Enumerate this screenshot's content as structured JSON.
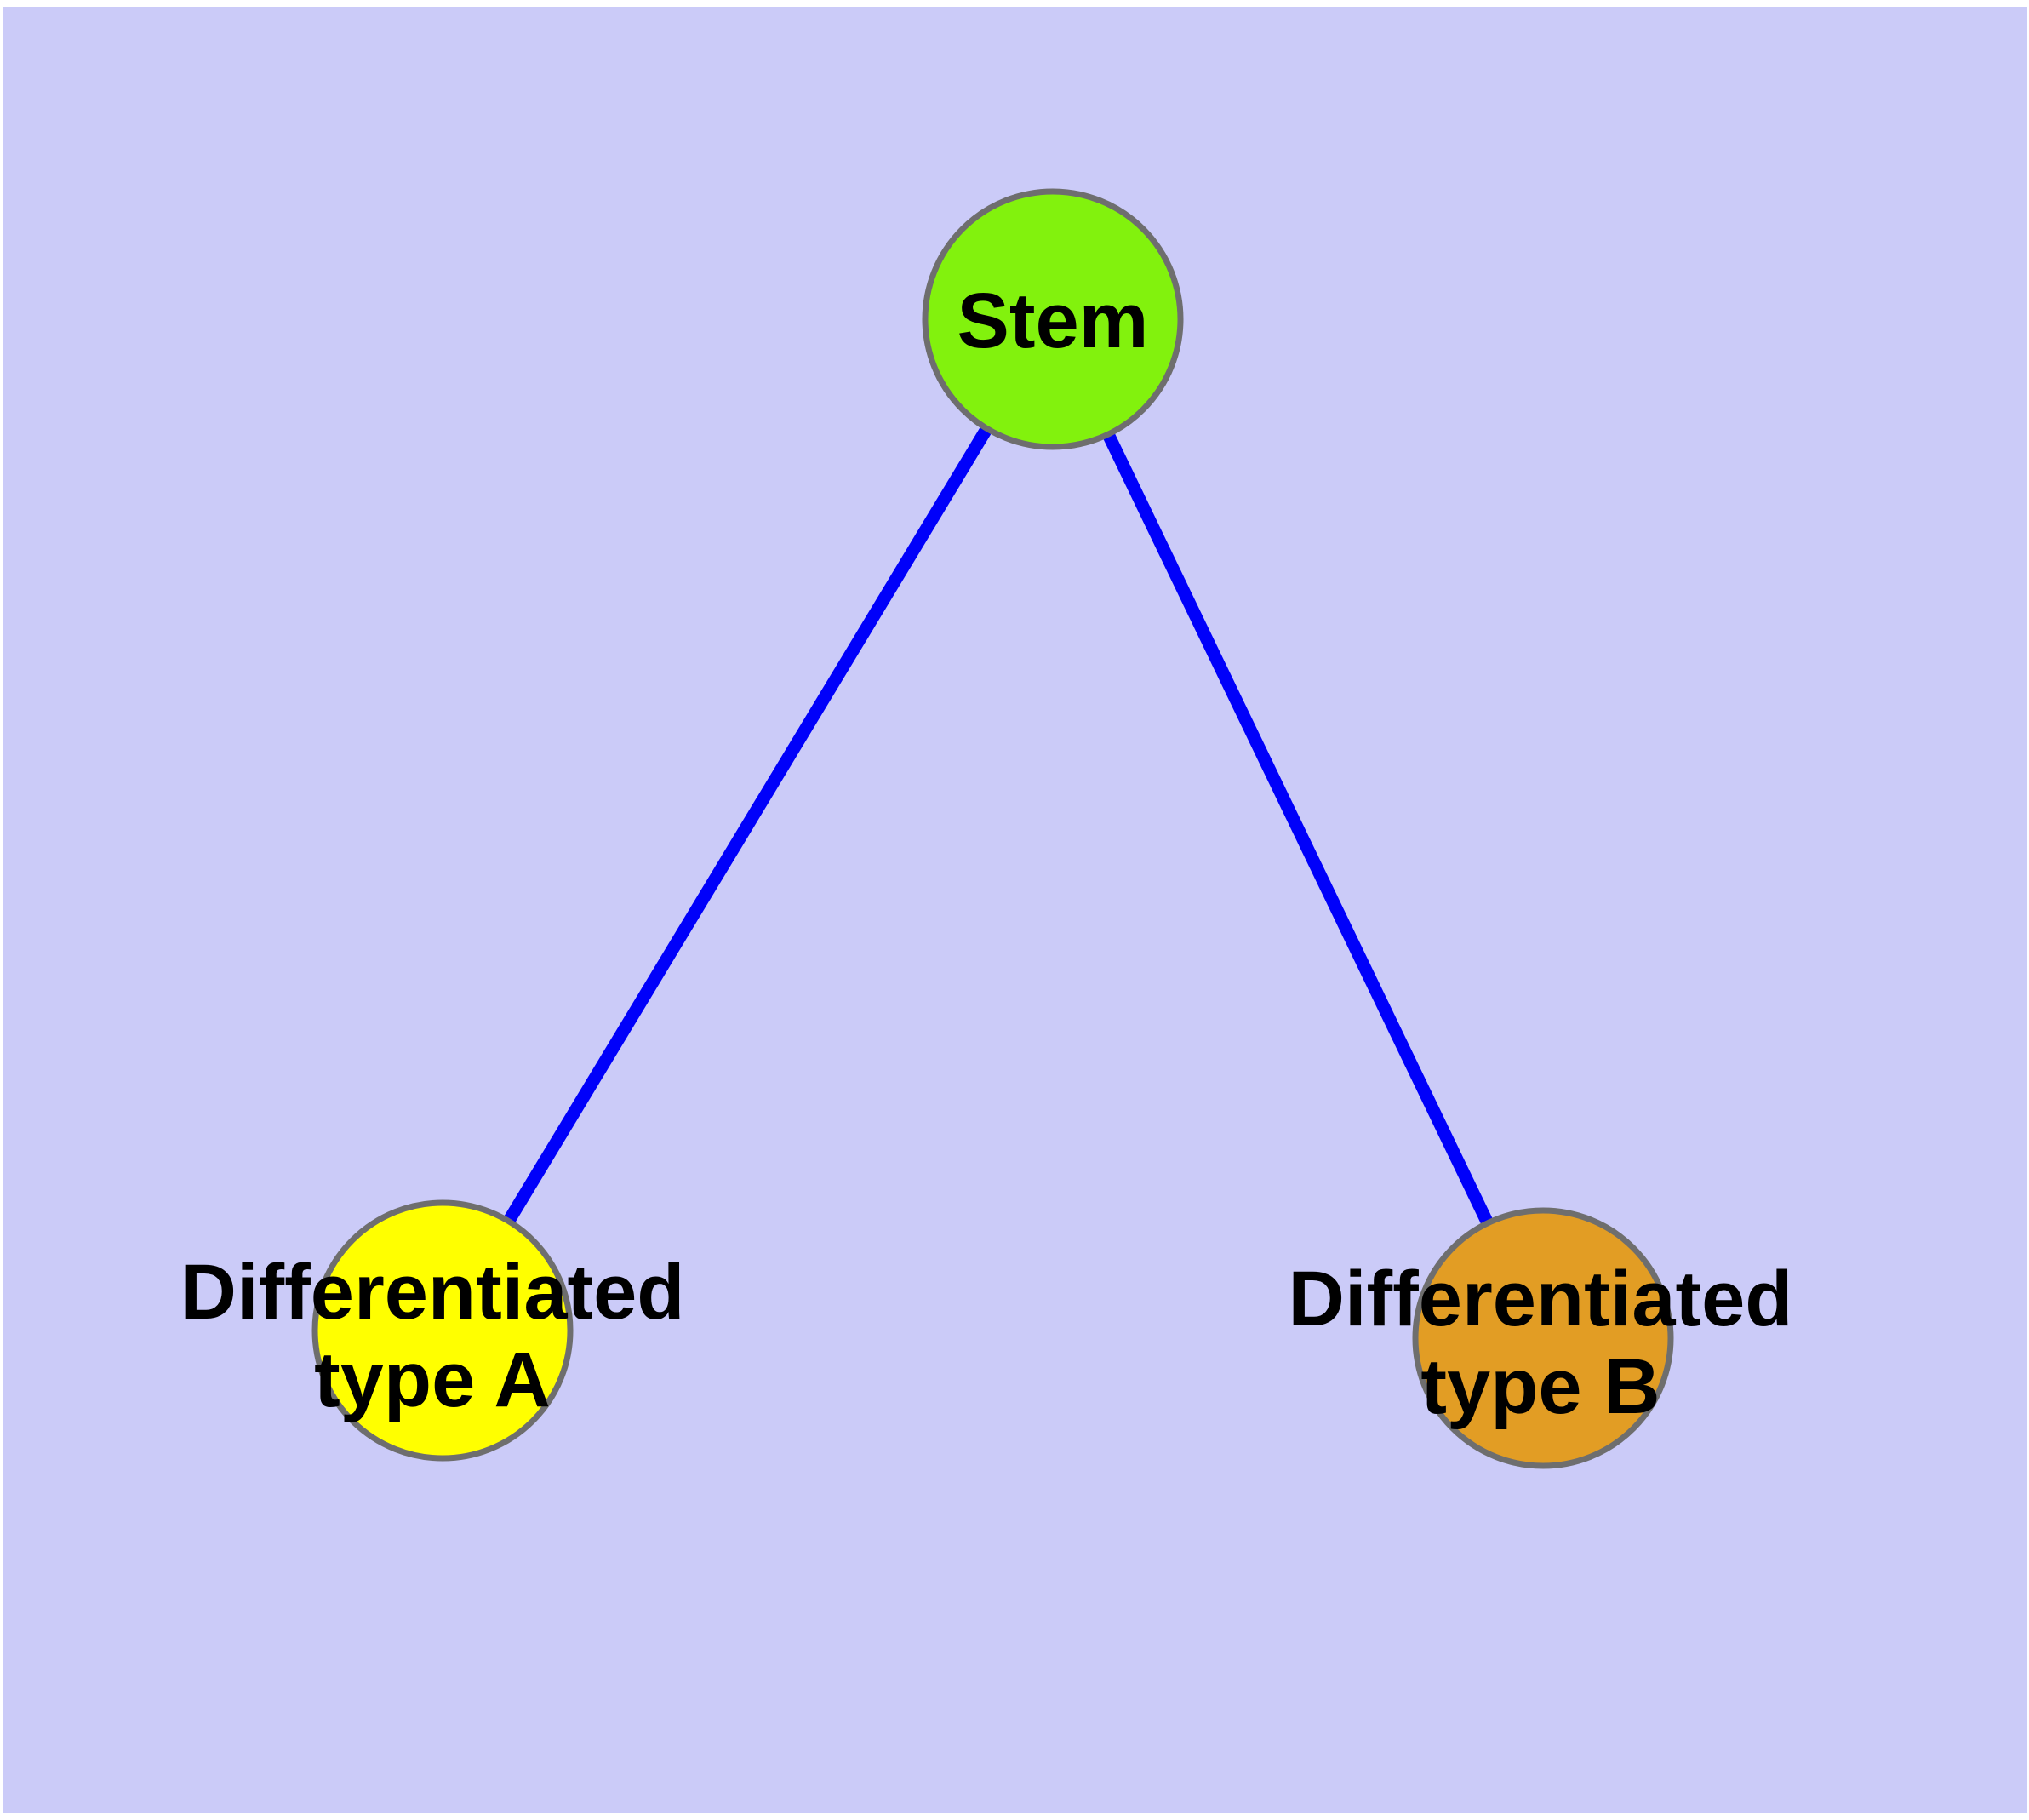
{
  "diagram": {
    "description": "Cell differentiation graph: one stem node connected to two differentiated type nodes",
    "colors": {
      "page": "#ffffff",
      "background": "#cbcbf8",
      "edge": "#0000fa",
      "node_border": "#6e6e6e",
      "label": "#000000"
    },
    "nodes": {
      "stem": {
        "label": "Stem",
        "fill": "#82f20d"
      },
      "typeA": {
        "label_line1": "Differentiated",
        "label_line2": "type A",
        "fill": "#ffff00"
      },
      "typeB": {
        "label_line1": "Differentiated",
        "label_line2": "type B",
        "fill": "#e29d24"
      }
    },
    "edges": [
      {
        "from": "Stem",
        "to": "Differentiated type A"
      },
      {
        "from": "Stem",
        "to": "Differentiated type B"
      }
    ]
  }
}
